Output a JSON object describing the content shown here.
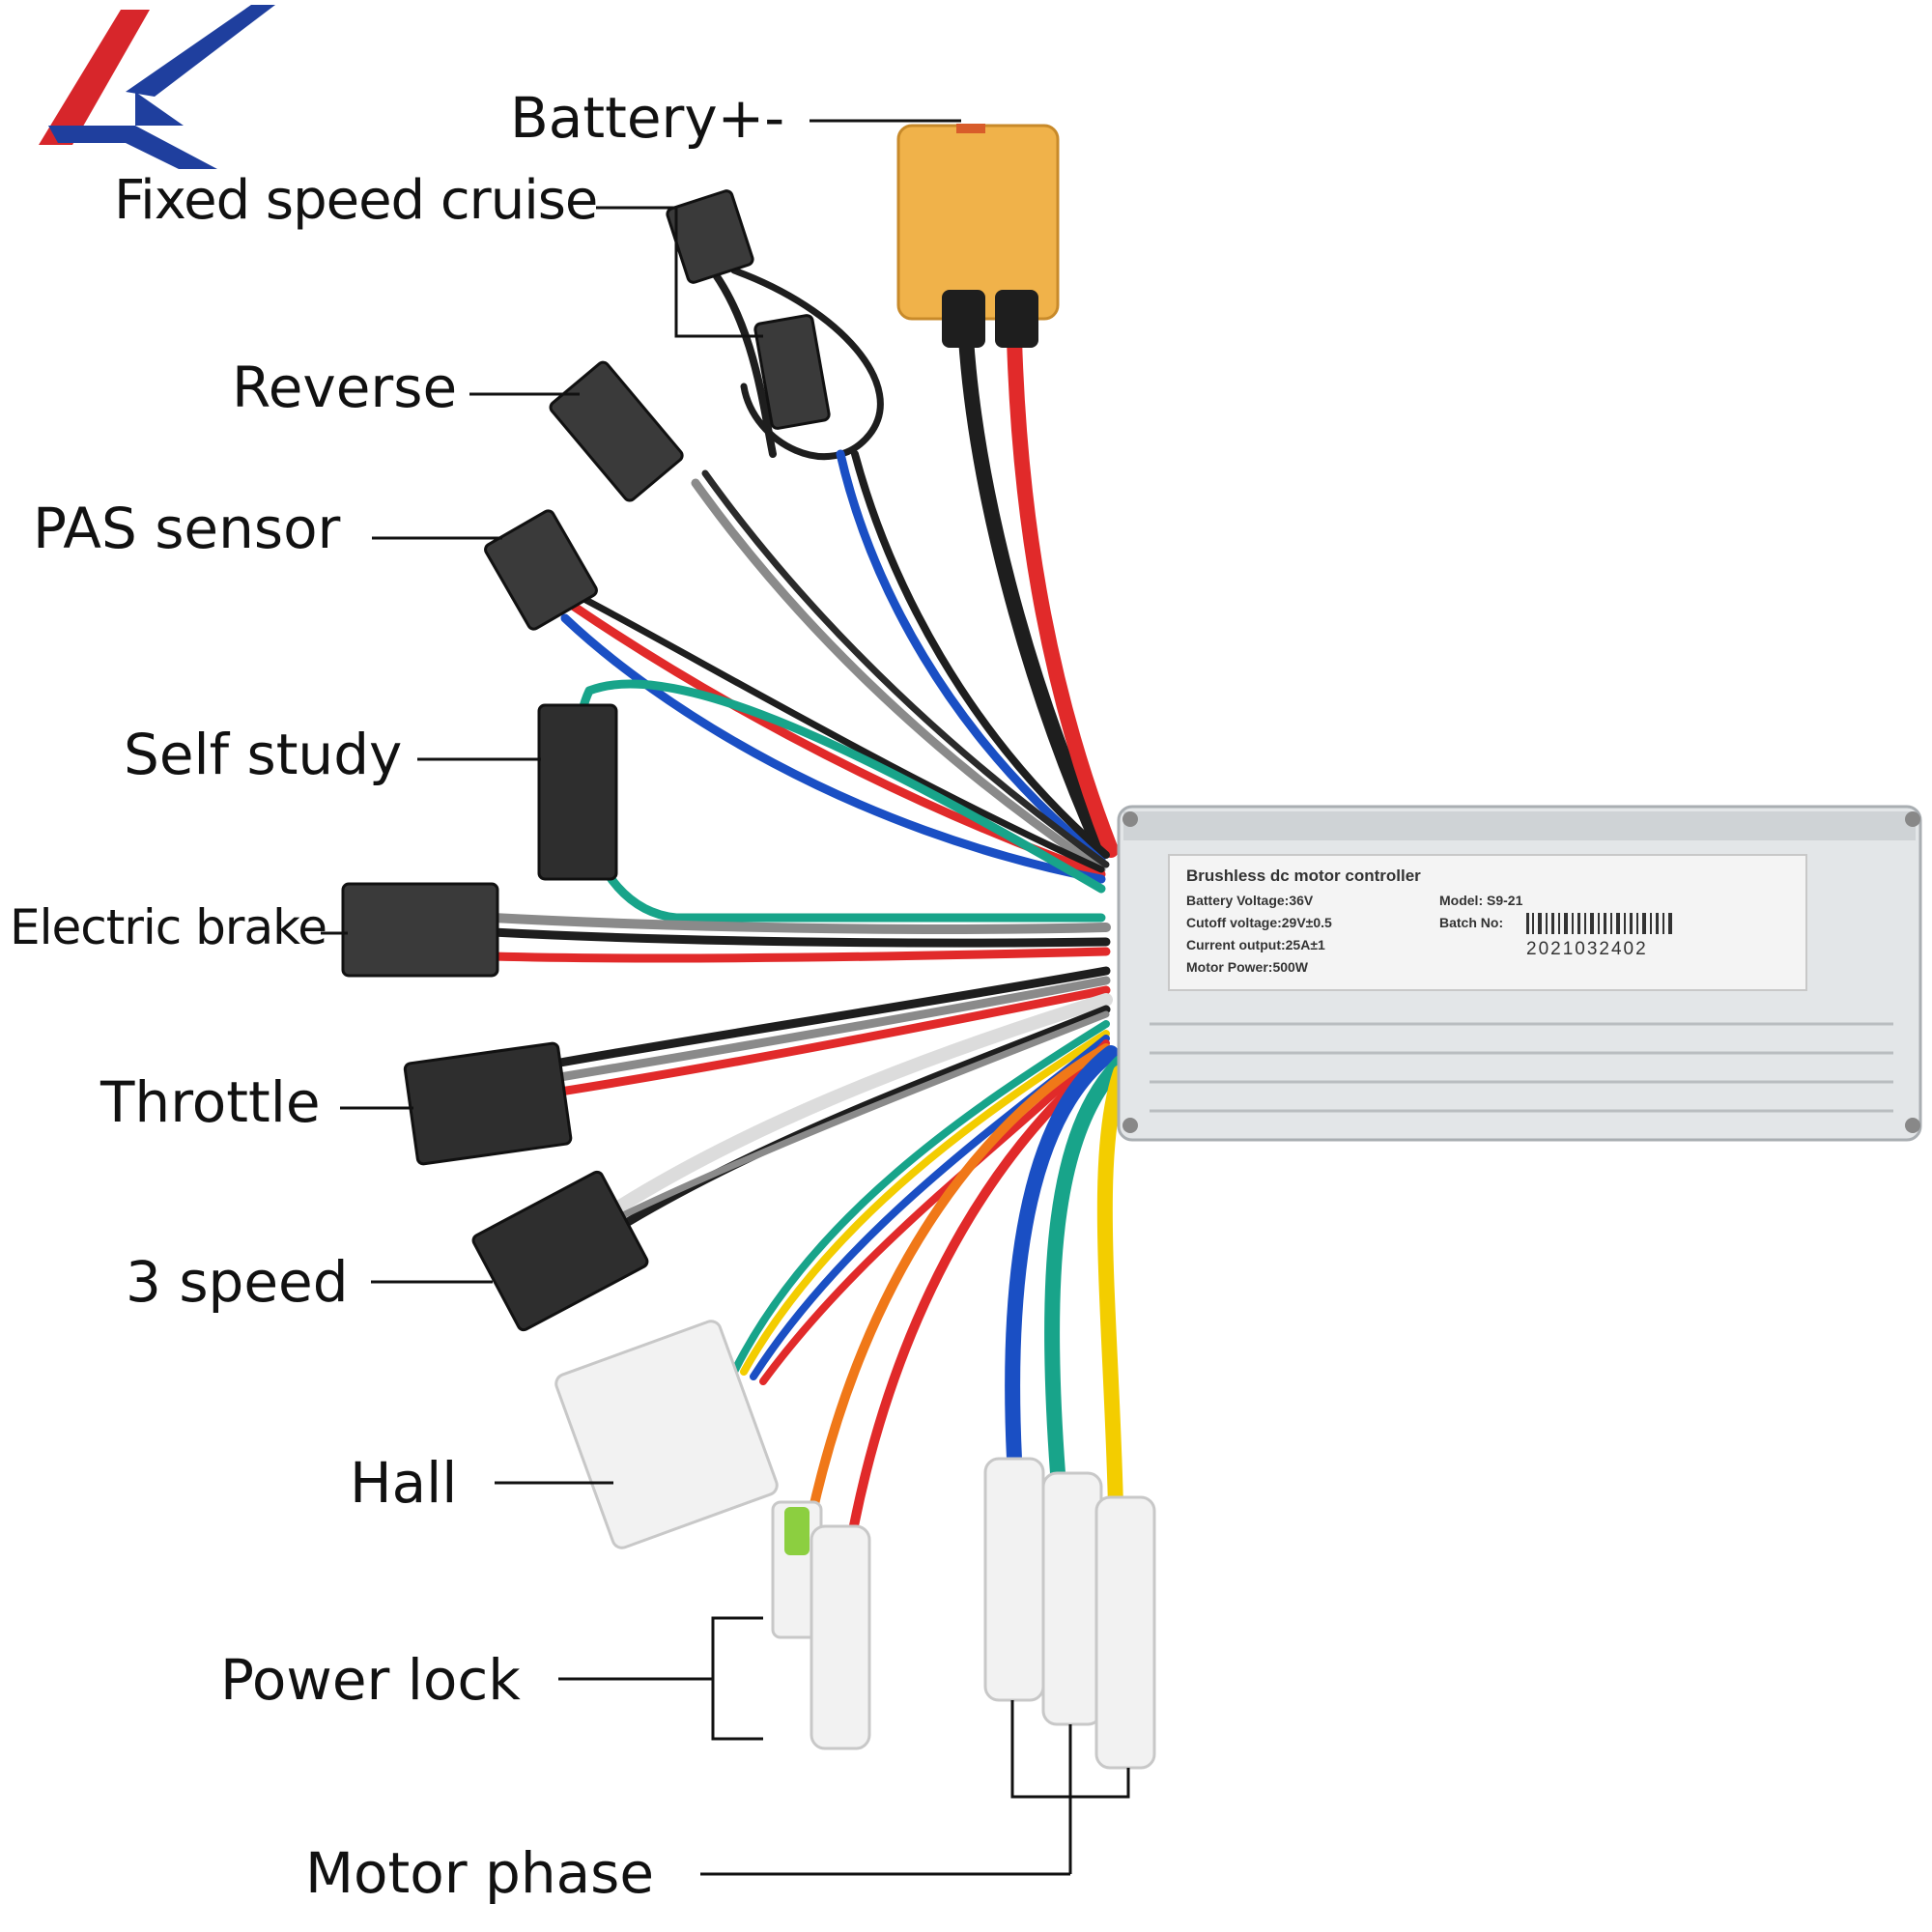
{
  "logo": {
    "letter": "K",
    "colors": {
      "red": "#d7262b",
      "blue": "#1f3f9e"
    }
  },
  "labels": {
    "battery": "Battery+-",
    "cruise": "Fixed speed cruise",
    "reverse": "Reverse",
    "pas": "PAS sensor",
    "self_study": "Self study",
    "electric_brake": "Electric brake",
    "throttle": "Throttle",
    "three_speed": "3 speed",
    "hall": "Hall",
    "power_lock": "Power lock",
    "motor_phase": "Motor phase"
  },
  "controller_plate": {
    "title": "Brushless dc motor controller",
    "battery_voltage": "Battery Voltage:36V",
    "cutoff_voltage": "Cutoff voltage:29V±0.5",
    "current_output": "Current output:25A±1",
    "motor_power": "Motor Power:500W",
    "model": "Model:  S9-21",
    "batch_label": "Batch No:",
    "batch_number": "2021032402"
  },
  "colors": {
    "connector_yellow": "#f0b24a",
    "housing": "#d9dde0",
    "wire_red": "#e12a2a",
    "wire_black": "#1e1e1e",
    "wire_blue": "#1a4fc4",
    "wire_green": "#18a48a",
    "wire_yellow": "#f3cd00",
    "wire_orange": "#f07818",
    "wire_gray": "#8a8a8a",
    "wire_white": "#e6e6e6"
  }
}
